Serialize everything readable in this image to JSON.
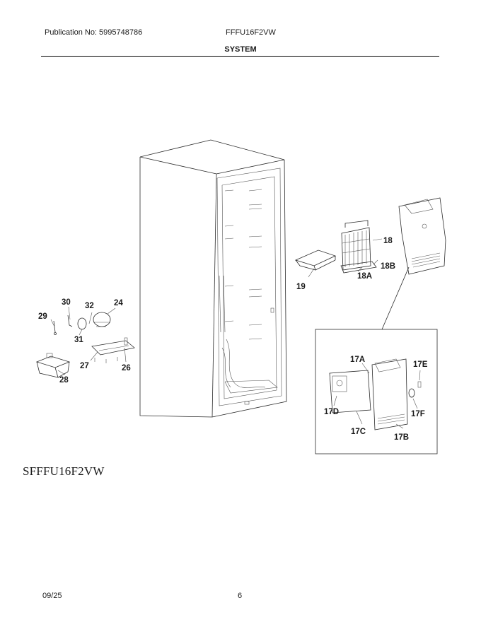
{
  "header": {
    "publication": "Publication No: 5995748786",
    "model": "FFFU16F2VW",
    "section": "SYSTEM"
  },
  "diagram": {
    "drawing_code": "SFFFU16F2VW",
    "callouts": {
      "c18": "18",
      "c18A": "18A",
      "c18B": "18B",
      "c19": "19",
      "c24": "24",
      "c26": "26",
      "c27": "27",
      "c28": "28",
      "c29": "29",
      "c30": "30",
      "c31": "31",
      "c32": "32",
      "c17A": "17A",
      "c17B": "17B",
      "c17C": "17C",
      "c17D": "17D",
      "c17E": "17E",
      "c17F": "17F"
    }
  },
  "footer": {
    "date": "09/25",
    "page": "6"
  }
}
